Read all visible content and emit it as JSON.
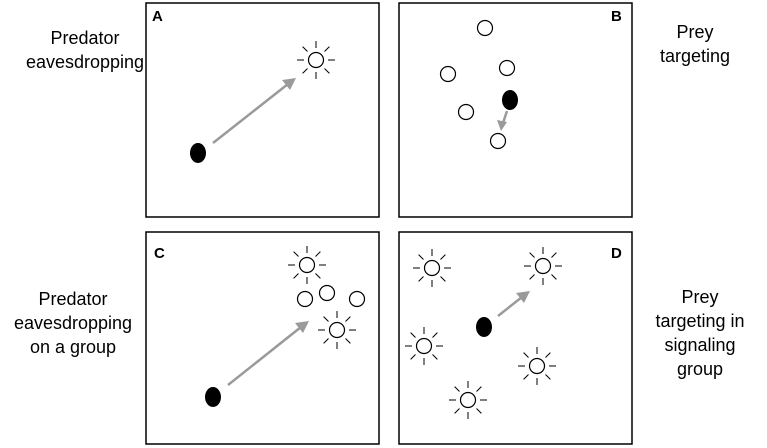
{
  "panels": [
    {
      "id": "A",
      "letter": "A",
      "caption": "Predator\neavesdropping"
    },
    {
      "id": "B",
      "letter": "B",
      "caption": "Prey\ntargeting"
    },
    {
      "id": "C",
      "letter": "C",
      "caption": "Predator\neavesdropping\non a group"
    },
    {
      "id": "D",
      "letter": "D",
      "caption": "Prey\ntargeting in\nsignaling\ngroup"
    }
  ],
  "colors": {
    "arrow": "#9a9a9a",
    "predator": "#000000",
    "prey_fill": "#ffffff",
    "frame": "#000000"
  },
  "legend_semantics": {
    "predator": "black-oval-icon",
    "prey": "white-circle-icon",
    "signaling_prey": "starburst-circle-icon",
    "movement": "gray-arrow-icon"
  }
}
